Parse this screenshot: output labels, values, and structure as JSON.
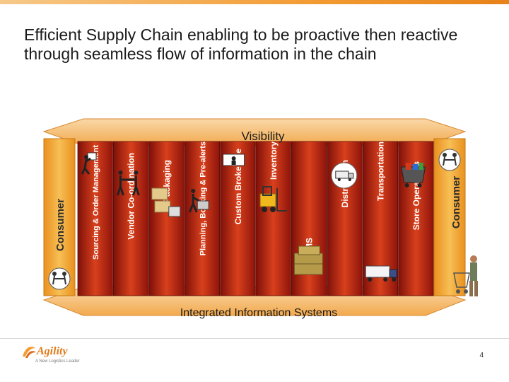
{
  "title": "Efficient Supply Chain enabling to be proactive then reactive through seamless flow of information in the chain",
  "top_band_label": "Visibility",
  "bottom_band_label": "Integrated Information Systems",
  "consumer_left": "Consumer",
  "consumer_right": "Consumer",
  "columns": [
    {
      "label": "Sourcing & Order Management",
      "icon": "person-carrying-box-icon"
    },
    {
      "label": "Vendor Co-ordination",
      "icon": "handshake-icon"
    },
    {
      "label": "Packaging",
      "icon": "packaging-boxes-icon"
    },
    {
      "label": "Planning, Booking & Pre-alerts",
      "icon": "planning-icon"
    },
    {
      "label": "Custom Brokerage",
      "icon": "customs-officer-icon"
    },
    {
      "label": "Inventory",
      "icon": "forklift-icon"
    },
    {
      "label": "WMS",
      "icon": "pallet-stack-icon"
    },
    {
      "label": "Distribution",
      "icon": "delivery-truck-icon"
    },
    {
      "label": "Transportation",
      "icon": "semi-truck-icon"
    },
    {
      "label": "Store Operations",
      "icon": "shopping-cart-icon"
    }
  ],
  "logo": {
    "name": "Agility",
    "tagline": "A New Logistics Leader"
  },
  "page_number": "4",
  "colors": {
    "column_dark": "#9e1b0f",
    "column_mid": "#d23a1a",
    "band": "#f3b15f",
    "consumer": "#f2a93d"
  }
}
